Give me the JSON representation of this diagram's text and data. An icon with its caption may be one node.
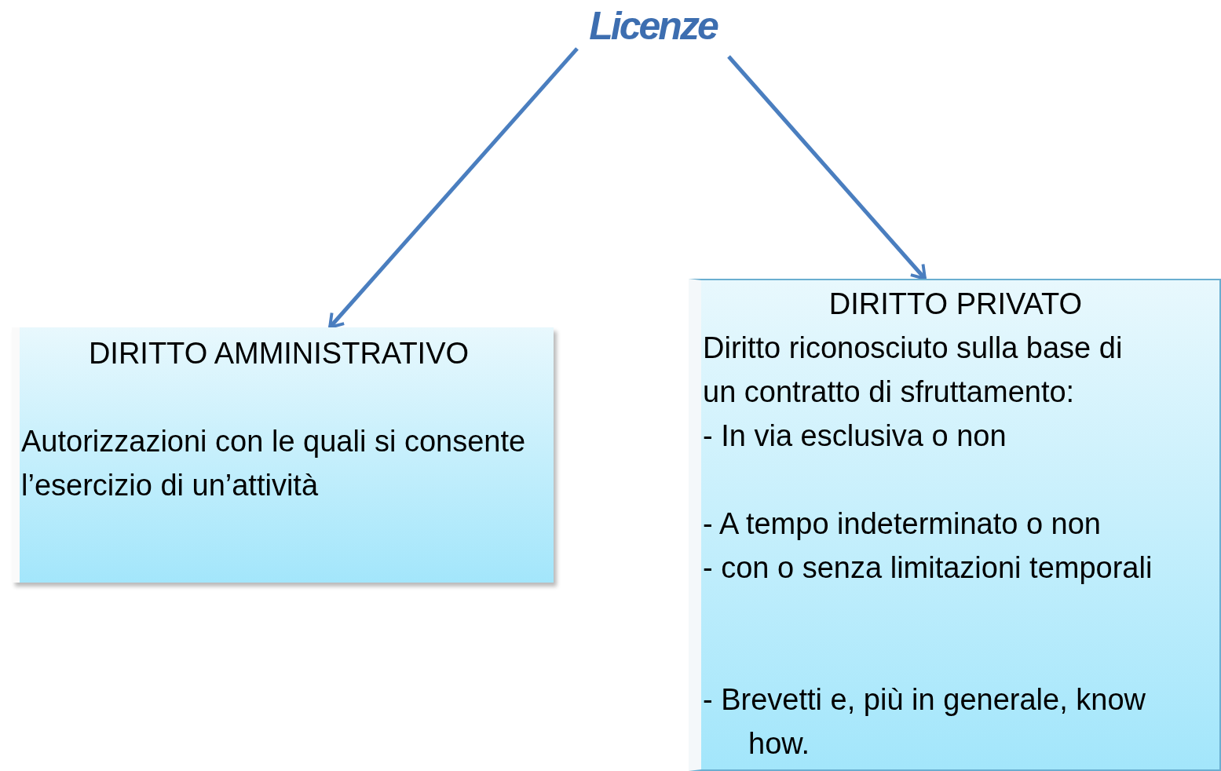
{
  "diagram": {
    "nodes": [
      {
        "text": [
          "Licenze"
        ]
      },
      {
        "text": [
          "DIRITTO AMMINISTRATIVO",
          "Autorizzazioni con le quali si consente l’esercizio di un’attività"
        ]
      },
      {
        "text": [
          "DIRITTO PRIVATO",
          "Diritto riconosciuto sulla base di un contratto di sfruttamento:",
          "- In via esclusiva o non",
          "- A tempo indeterminato o non",
          "- con o senza limitazioni temporali",
          "- Brevetti e, più in generale, know how."
        ]
      }
    ],
    "edges": [
      {
        "from": 0,
        "to": 1,
        "arrow": "to"
      },
      {
        "from": 0,
        "to": 2,
        "arrow": "to"
      }
    ]
  }
}
